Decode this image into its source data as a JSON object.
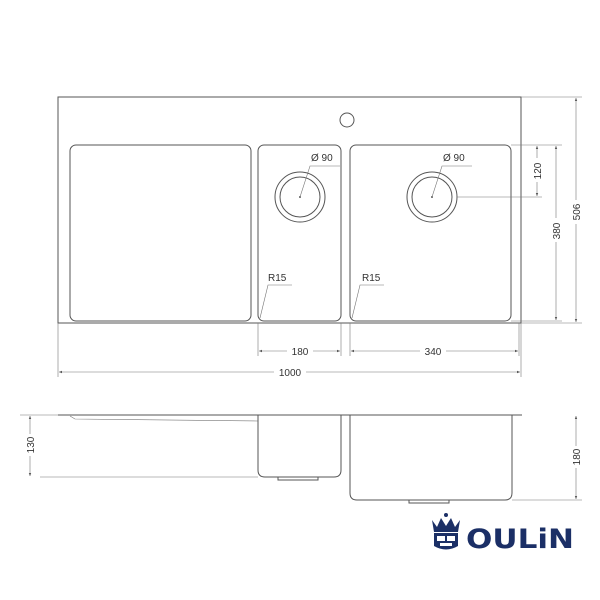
{
  "drawing": {
    "top_view": {
      "drain_small_label": "Ø 90",
      "drain_large_label": "Ø 90",
      "radius_small_label": "R15",
      "radius_large_label": "R15",
      "dim_small_bowl_width": "180",
      "dim_large_bowl_width": "340",
      "dim_total_width": "1000",
      "dim_drain_offset": "120",
      "dim_bowl_depth": "380",
      "dim_total_depth": "506"
    },
    "side_view": {
      "dim_small_bowl_height": "130",
      "dim_large_bowl_height": "180"
    }
  },
  "brand": {
    "name": "OULIN",
    "logo_color": "#1b2f66"
  }
}
